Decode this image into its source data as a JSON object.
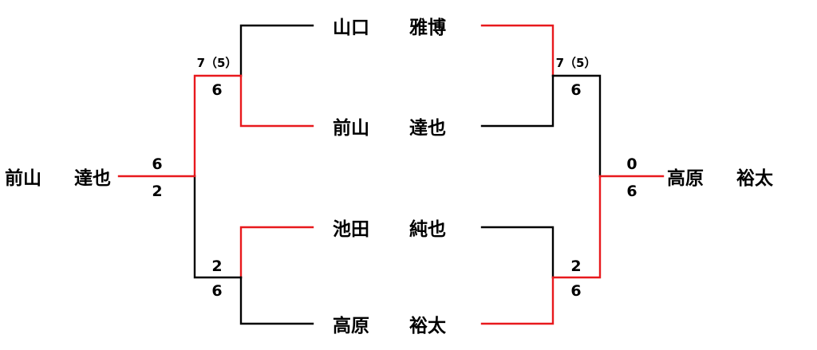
{
  "colors": {
    "win": "#e8191d",
    "lose": "#000000",
    "text": "#000000"
  },
  "players": [
    {
      "id": "p1",
      "family": "山口",
      "given": "雅博"
    },
    {
      "id": "p2",
      "family": "前山",
      "given": "達也"
    },
    {
      "id": "p3",
      "family": "池田",
      "given": "純也"
    },
    {
      "id": "p4",
      "family": "高原",
      "given": "裕太"
    }
  ],
  "champions": {
    "left": {
      "family": "前山",
      "given": "達也"
    },
    "right": {
      "family": "高原",
      "given": "裕太"
    }
  },
  "scores": {
    "left_semi1_top": "7（5）",
    "left_semi1_bottom": "6",
    "left_semi2_top": "2",
    "left_semi2_bottom": "6",
    "left_final_top": "6",
    "left_final_bottom": "2",
    "right_semi1_top": "7（5）",
    "right_semi1_bottom": "6",
    "right_semi2_top": "2",
    "right_semi2_bottom": "6",
    "right_final_top": "0",
    "right_final_bottom": "6"
  }
}
